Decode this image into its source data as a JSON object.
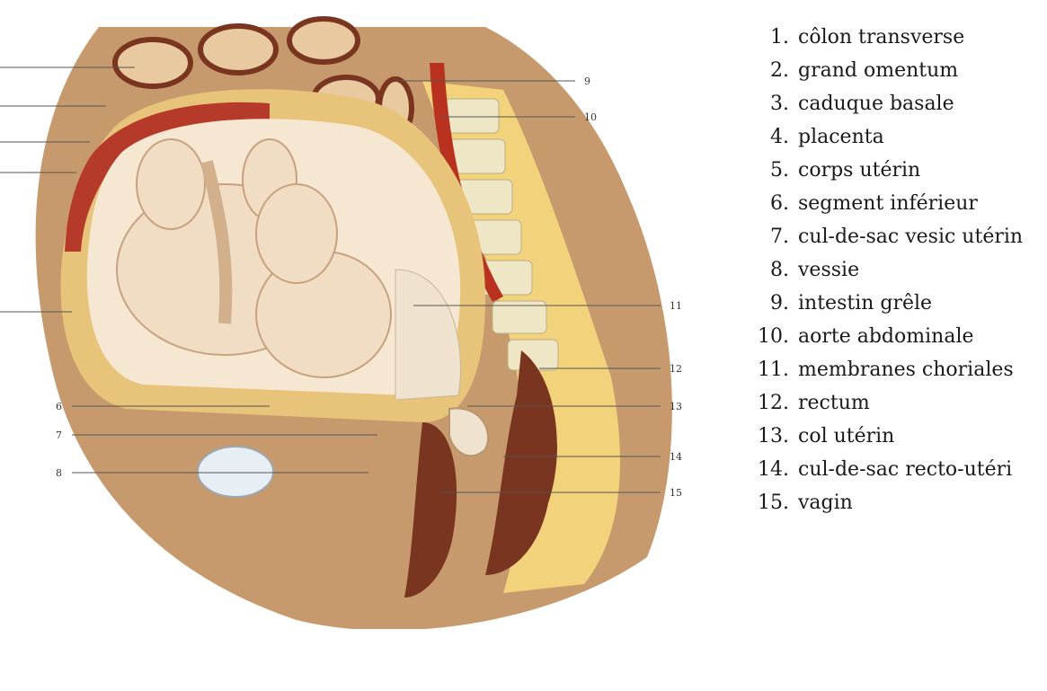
{
  "figure": {
    "callout_numbers": [
      "6",
      "7",
      "8",
      "9",
      "10",
      "11",
      "12",
      "13",
      "14",
      "15"
    ],
    "colors": {
      "skin": "#c79a6e",
      "fetus": "#f1dcc4",
      "uterine_wall": "#e8c47a",
      "placenta": "#b53a2a",
      "aorta": "#b8321f",
      "bone": "#efe6c6",
      "fat_yellow": "#f2d27a",
      "mucosa": "#7a3520"
    }
  },
  "legend": [
    {
      "num": "1.",
      "label": "côlon transverse"
    },
    {
      "num": "2.",
      "label": "grand omentum"
    },
    {
      "num": "3.",
      "label": "caduque basale"
    },
    {
      "num": "4.",
      "label": "placenta"
    },
    {
      "num": "5.",
      "label": "corps utérin"
    },
    {
      "num": "6.",
      "label": "segment inférieur"
    },
    {
      "num": "7.",
      "label": "cul-de-sac vesic utérin"
    },
    {
      "num": "8.",
      "label": "vessie"
    },
    {
      "num": "9.",
      "label": "intestin grêle"
    },
    {
      "num": "10.",
      "label": "aorte abdominale"
    },
    {
      "num": "11.",
      "label": "membranes choriales"
    },
    {
      "num": "12.",
      "label": "rectum"
    },
    {
      "num": "13.",
      "label": "col utérin"
    },
    {
      "num": "14.",
      "label": "cul-de-sac recto-utéri"
    },
    {
      "num": "15.",
      "label": "vagin"
    }
  ],
  "caption": ""
}
